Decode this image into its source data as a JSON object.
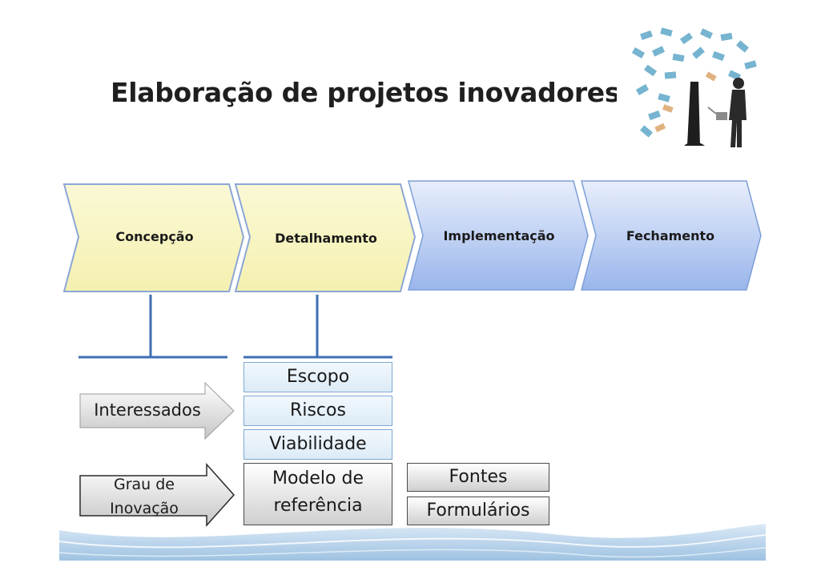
{
  "title": "Elaboração de projetos inovadores",
  "phases": [
    {
      "label": "Concepção",
      "color": "#f8f5c4"
    },
    {
      "label": "Detalhamento",
      "color": "#f8f5c4"
    },
    {
      "label": "Implementação",
      "color": "#bcd0f4"
    },
    {
      "label": "Fechamento",
      "color": "#bcd0f4"
    }
  ],
  "inputs": {
    "interessados": "Interessados",
    "grau_line1": "Grau de",
    "grau_line2": "Inovação"
  },
  "detail_items": [
    "Escopo",
    "Riscos",
    "Viabilidade"
  ],
  "model": {
    "line1": "Modelo de",
    "line2": "referência"
  },
  "resources": [
    "Fontes",
    "Formulários"
  ],
  "colors": {
    "phase_yellow": "#f8f5c4",
    "phase_blue": "#bcd0f4",
    "connector_blue": "#3f6fb3",
    "wave_blue": "#a8c6e6"
  },
  "icons": {
    "photo": "money-tree-photo"
  }
}
